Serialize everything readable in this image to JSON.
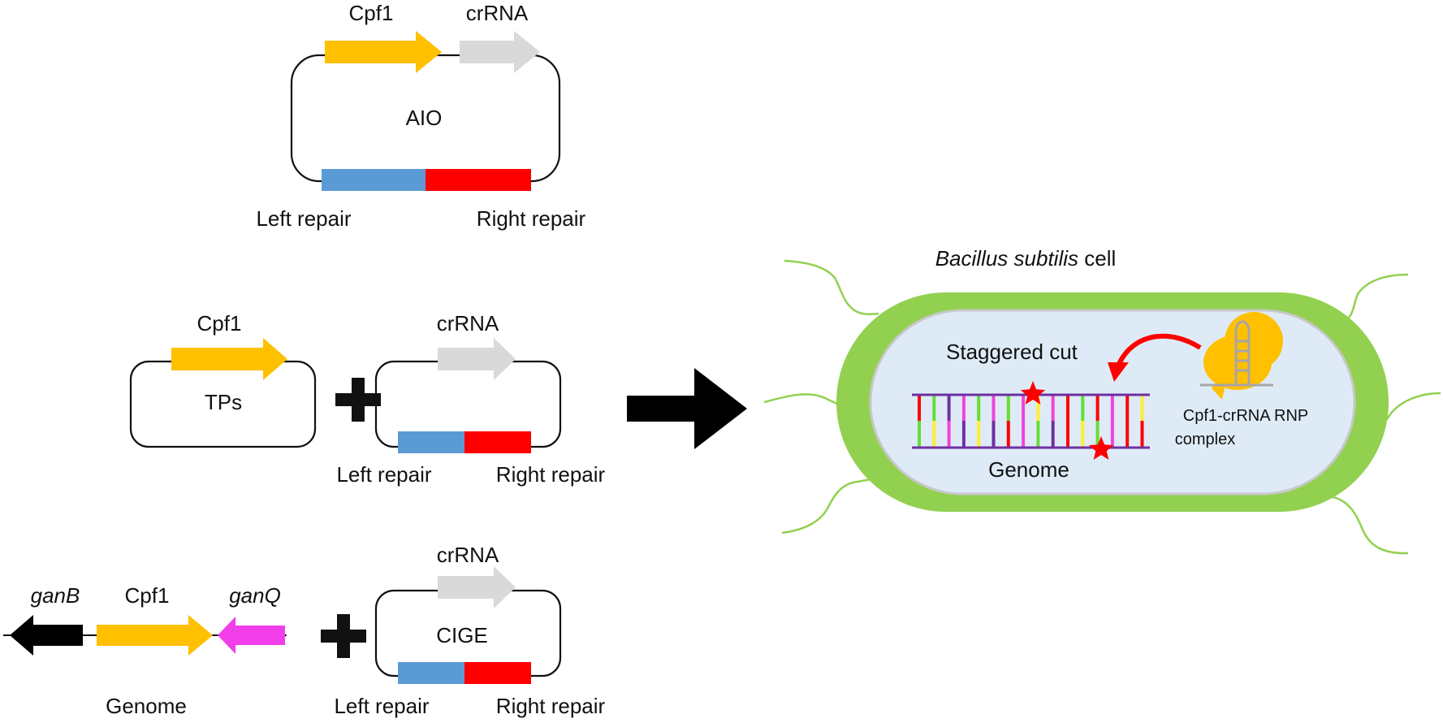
{
  "colors": {
    "cpf1": "#FFC000",
    "crrna": "#D9D9D9",
    "left_repair": "#5B9BD5",
    "right_repair": "#FF0000",
    "ganB": "#000000",
    "ganQ": "#F23DEA",
    "cell_wall": "#92D050",
    "cytoplasm": "#DEEBF7",
    "dna_backbone": "#7030A0",
    "star": "#FF0000"
  },
  "aio": {
    "cpf1_label": "Cpf1",
    "crrna_label": "crRNA",
    "name": "AIO",
    "left_repair_label": "Left repair",
    "right_repair_label": "Right repair"
  },
  "tps": {
    "cpf1_label": "Cpf1",
    "name": "TPs",
    "crrna_label": "crRNA",
    "left_repair_label": "Left repair",
    "right_repair_label": "Right repair"
  },
  "cige": {
    "ganB_label": "ganB",
    "cpf1_label": "Cpf1",
    "ganQ_label": "ganQ",
    "genome_label": "Genome",
    "crrna_label": "crRNA",
    "name": "CIGE",
    "left_repair_label": "Left repair",
    "right_repair_label": "Right repair"
  },
  "cell": {
    "title_italic": "Bacillus subtilis",
    "title_rest": " cell",
    "staggered_cut_label": "Staggered cut",
    "genome_label": "Genome",
    "rnp_label_line1": "Cpf1-crRNA RNP",
    "rnp_label_line2": "complex"
  }
}
